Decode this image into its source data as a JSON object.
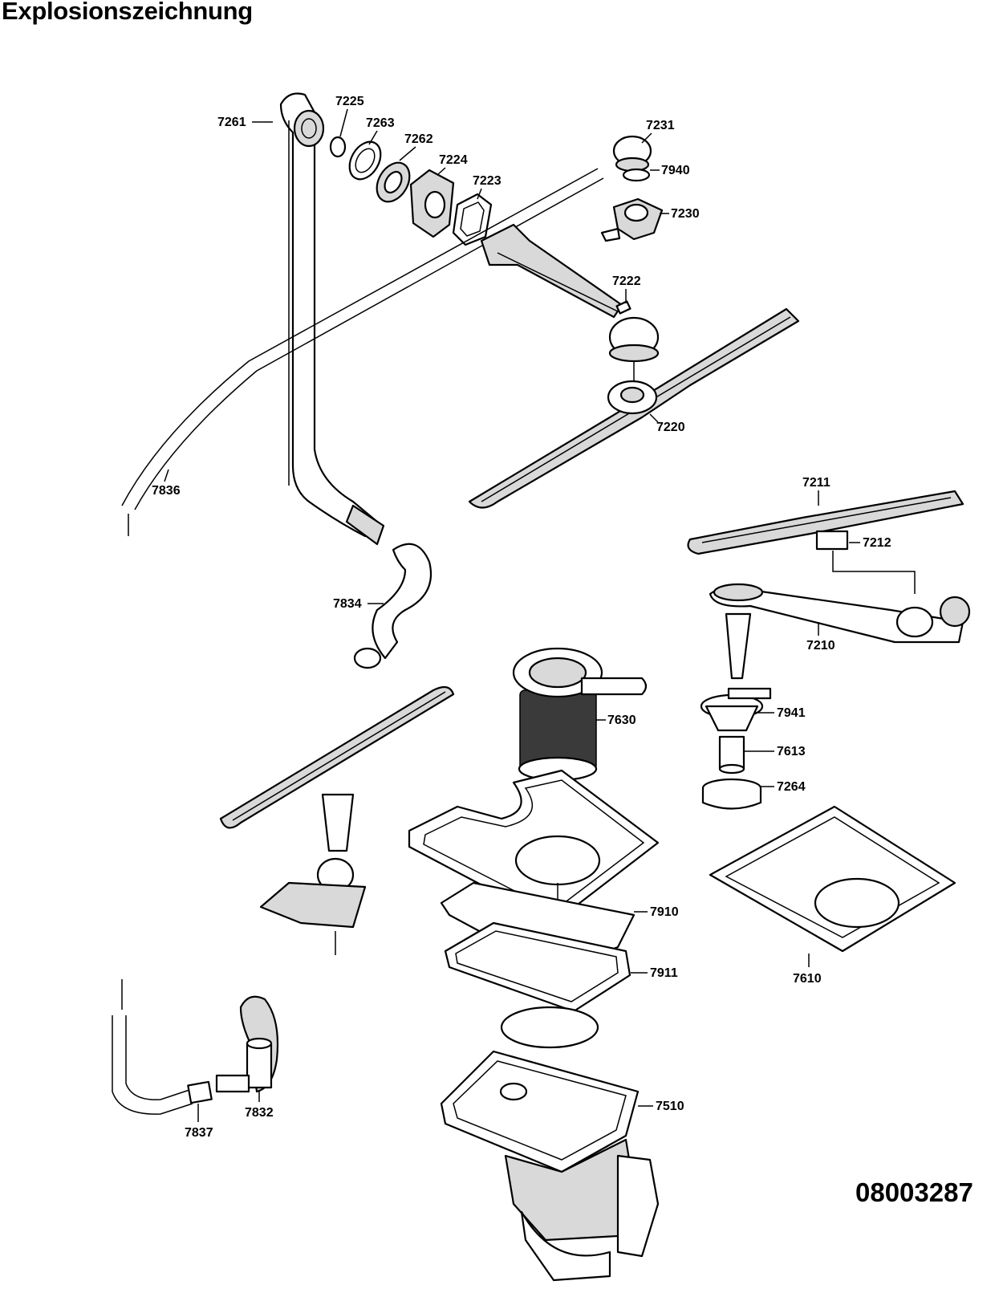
{
  "title": "Explosionszeichnung",
  "document_number": "08003287",
  "colors": {
    "line": "#000000",
    "fill": "#ffffff",
    "shade": "#d9d9d9"
  },
  "labels": [
    {
      "id": "7261",
      "text": "7261"
    },
    {
      "id": "7225",
      "text": "7225"
    },
    {
      "id": "7263",
      "text": "7263"
    },
    {
      "id": "7262",
      "text": "7262"
    },
    {
      "id": "7224",
      "text": "7224"
    },
    {
      "id": "7223",
      "text": "7223"
    },
    {
      "id": "7231",
      "text": "7231"
    },
    {
      "id": "7940",
      "text": "7940"
    },
    {
      "id": "7230",
      "text": "7230"
    },
    {
      "id": "7222",
      "text": "7222"
    },
    {
      "id": "7220",
      "text": "7220"
    },
    {
      "id": "7836",
      "text": "7836"
    },
    {
      "id": "7211",
      "text": "7211"
    },
    {
      "id": "7212",
      "text": "7212"
    },
    {
      "id": "7834",
      "text": "7834"
    },
    {
      "id": "7210",
      "text": "7210"
    },
    {
      "id": "7630",
      "text": "7630"
    },
    {
      "id": "7941",
      "text": "7941"
    },
    {
      "id": "7613",
      "text": "7613"
    },
    {
      "id": "7264",
      "text": "7264"
    },
    {
      "id": "7910",
      "text": "7910"
    },
    {
      "id": "7911",
      "text": "7911"
    },
    {
      "id": "7610",
      "text": "7610"
    },
    {
      "id": "7510",
      "text": "7510"
    },
    {
      "id": "7837",
      "text": "7837"
    },
    {
      "id": "7832",
      "text": "7832"
    }
  ]
}
